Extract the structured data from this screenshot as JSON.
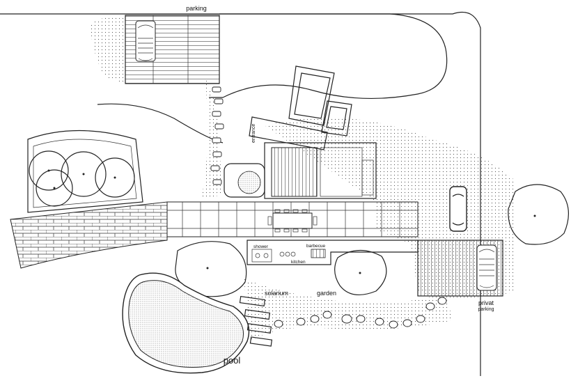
{
  "labels": {
    "parking": "parking",
    "entrance": "entrance",
    "shower": "shower",
    "kitchen": "kitchen",
    "barbecue": "barbecue",
    "solarium": "solarium",
    "garden": "garden",
    "privat": "privat",
    "privat_parking": "parking",
    "pool": "pool"
  }
}
